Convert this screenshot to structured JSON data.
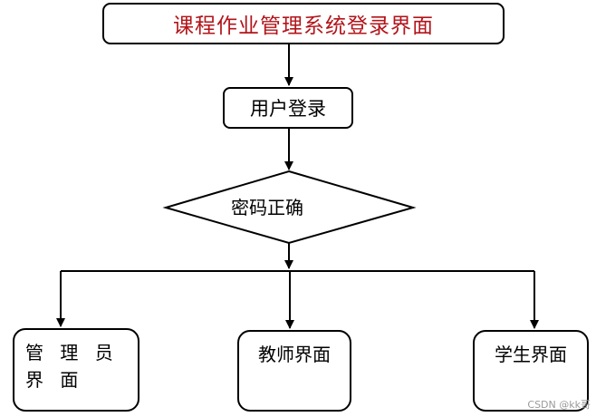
{
  "diagram": {
    "title": "课程作业管理系统登录界面",
    "login": "用户登录",
    "decision": "密码正确",
    "outcomes": {
      "admin": "管 理 员 界 面",
      "teacher": "教师界面",
      "student": "学生界面"
    }
  },
  "watermark": "CSDN @kk哥",
  "colors": {
    "title_text": "#b3141a",
    "stroke": "#000000",
    "background": "#ffffff"
  }
}
